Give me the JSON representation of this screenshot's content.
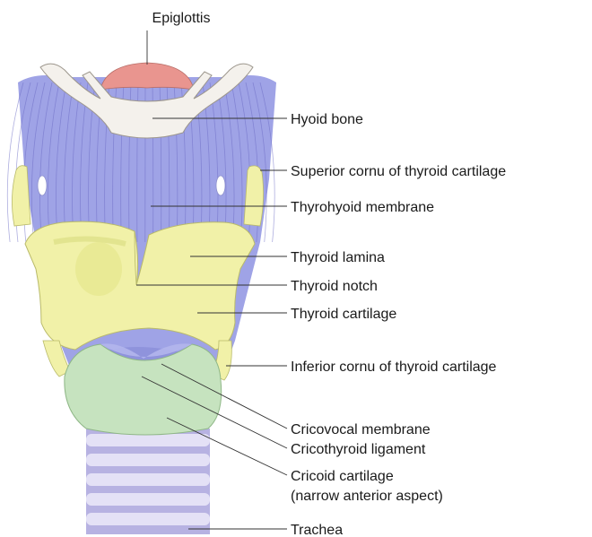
{
  "labels": {
    "epiglottis": "Epiglottis",
    "hyoid_bone": "Hyoid bone",
    "superior_cornu": "Superior cornu of thyroid cartilage",
    "thyrohyoid_membrane": "Thyrohyoid membrane",
    "thyroid_lamina": "Thyroid lamina",
    "thyroid_notch": "Thyroid notch",
    "thyroid_cartilage": "Thyroid cartilage",
    "inferior_cornu": "Inferior cornu of thyroid cartilage",
    "cricovocal_membrane": "Cricovocal membrane",
    "cricothyroid_ligament": "Cricothyroid ligament",
    "cricoid_cartilage_line1": "Cricoid cartilage",
    "cricoid_cartilage_line2": "(narrow anterior aspect)",
    "trachea": "Trachea"
  },
  "colors": {
    "membrane": "#9fa3e6",
    "membrane_dark": "#7c7fd3",
    "bone": "#f4f1ec",
    "epiglottis": "#e9958f",
    "thyroid": "#f1f1a8",
    "thyroid_shade": "#d9dc7e",
    "cricoid": "#c6e3bf",
    "trachea": "#dcd9f2",
    "trachea_ring": "#b7b2e2"
  }
}
